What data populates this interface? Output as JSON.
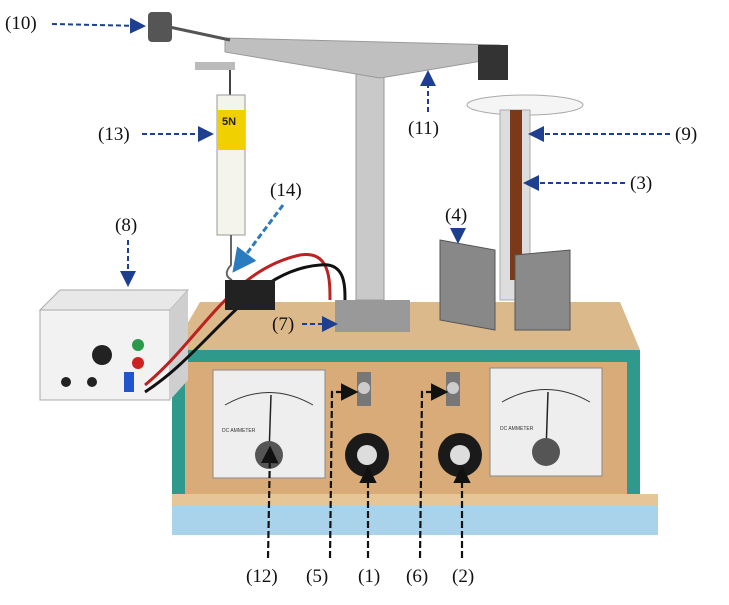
{
  "title": "Electromagnetic force measurement apparatus",
  "labels": {
    "l1": "(1)",
    "l2": "(2)",
    "l3": "(3)",
    "l4": "(4)",
    "l5": "(5)",
    "l6": "(6)",
    "l7": "(7)",
    "l8": "(8)",
    "l9": "(9)",
    "l10": "(10)",
    "l11": "(11)",
    "l12": "(12)",
    "l13": "(13)",
    "l14": "(14)"
  },
  "spring_scale_text": "5N",
  "meter_left_text": "DC AMMETER",
  "meter_right_text": "DC AMMETER",
  "colors": {
    "arrow_blue": "#1e3f8f",
    "frame_teal": "#2f9a8c",
    "wood": "#dcb98a",
    "base_blue": "#a9d3ea"
  }
}
